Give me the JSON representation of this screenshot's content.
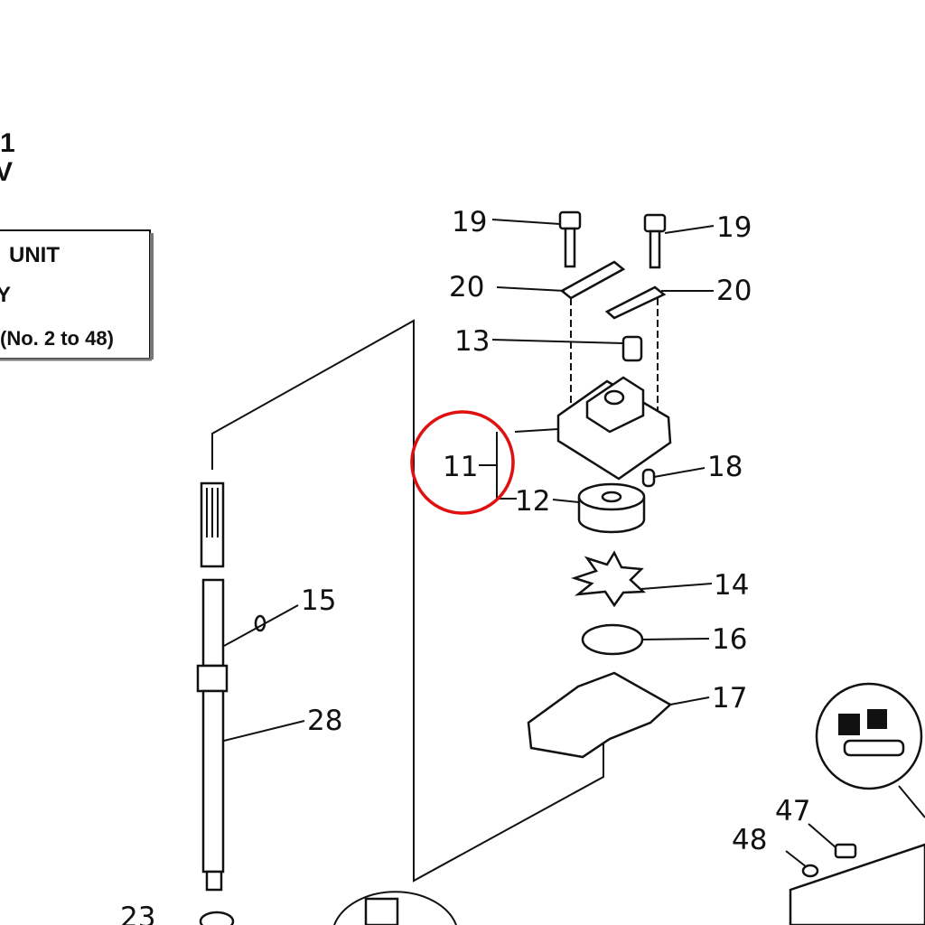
{
  "header_fragment": {
    "line1": "1",
    "line2": "V"
  },
  "title_box": {
    "line1": "UNIT",
    "line2": "Y",
    "line3": "(No. 2 to 48)"
  },
  "callouts": {
    "bolt_left": "19",
    "bolt_right": "19",
    "plate_left": "20",
    "plate_right": "20",
    "grommet": "13",
    "housing_assembly": "11",
    "pin": "18",
    "insert_cartridge": "12",
    "impeller": "14",
    "gasket_ring": "16",
    "outer_plate": "17",
    "woodruff_key": "15",
    "drive_shaft": "28",
    "bolt_47": "47",
    "washer_48": "48",
    "part_23": "23"
  },
  "highlight": {
    "target": "11",
    "color": "#e01010"
  }
}
